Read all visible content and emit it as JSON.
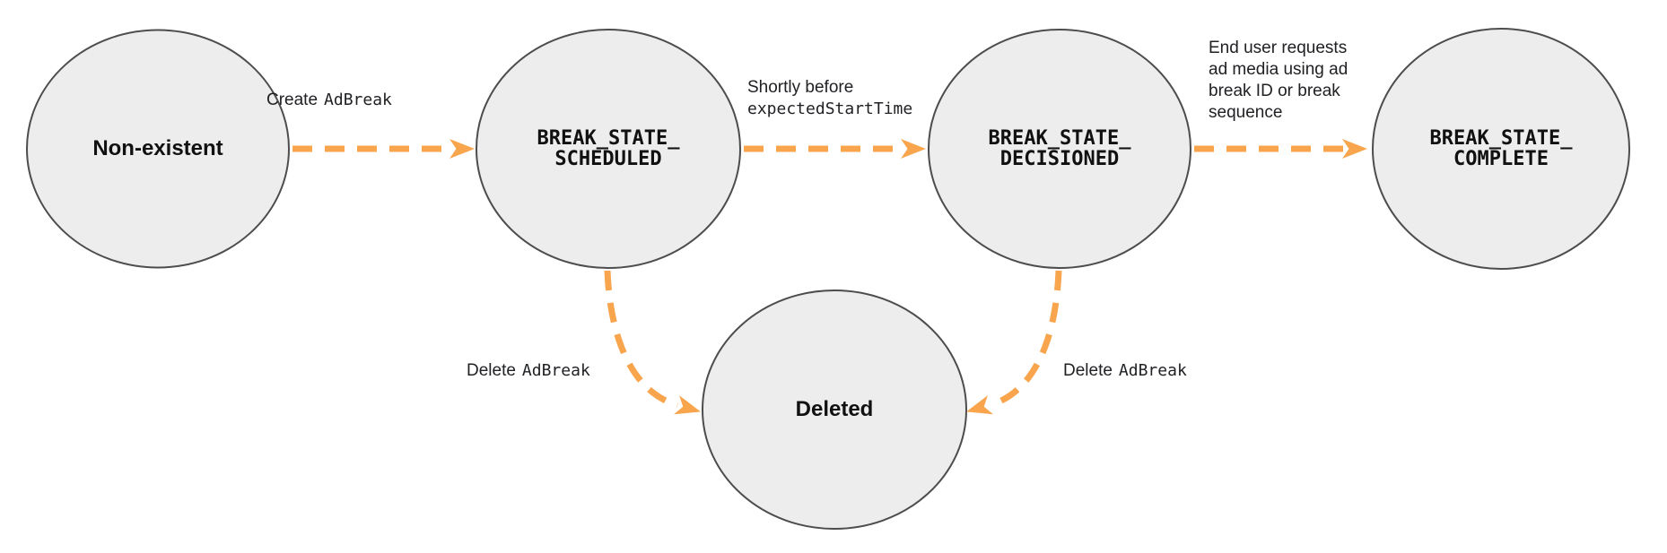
{
  "colors": {
    "background": "#ffffff",
    "node_fill": "#ededed",
    "node_stroke": "#4d4d4d",
    "arrow": "#f8a54e",
    "label_text": "#202124",
    "node_text": "#111111"
  },
  "nodes": [
    {
      "id": "non-existent",
      "lines": [
        "Non-existent"
      ]
    },
    {
      "id": "break-state-scheduled",
      "lines": [
        "BREAK_STATE_",
        "SCHEDULED"
      ]
    },
    {
      "id": "break-state-decisioned",
      "lines": [
        "BREAK_STATE_",
        "DECISIONED"
      ]
    },
    {
      "id": "break-state-complete",
      "lines": [
        "BREAK_STATE_",
        "COMPLETE"
      ]
    },
    {
      "id": "deleted",
      "lines": [
        "Deleted"
      ]
    }
  ],
  "transitions": [
    {
      "id": "create-adbreak",
      "from": "non-existent",
      "to": "break-state-scheduled",
      "label_plain": "Create",
      "label_code": "AdBreak"
    },
    {
      "id": "shortly-before-expected-start-time",
      "from": "break-state-scheduled",
      "to": "break-state-decisioned",
      "label_plain": "Shortly before",
      "label_code": "expectedStartTime"
    },
    {
      "id": "end-user-requests-ad-media",
      "from": "break-state-decisioned",
      "to": "break-state-complete",
      "label_lines": [
        "End user requests",
        "ad media using ad",
        "break ID or break",
        "sequence"
      ]
    },
    {
      "id": "delete-adbreak-from-scheduled",
      "from": "break-state-scheduled",
      "to": "deleted",
      "label_plain": "Delete",
      "label_code": "AdBreak"
    },
    {
      "id": "delete-adbreak-from-decisioned",
      "from": "break-state-decisioned",
      "to": "deleted",
      "label_plain": "Delete",
      "label_code": "AdBreak"
    }
  ]
}
